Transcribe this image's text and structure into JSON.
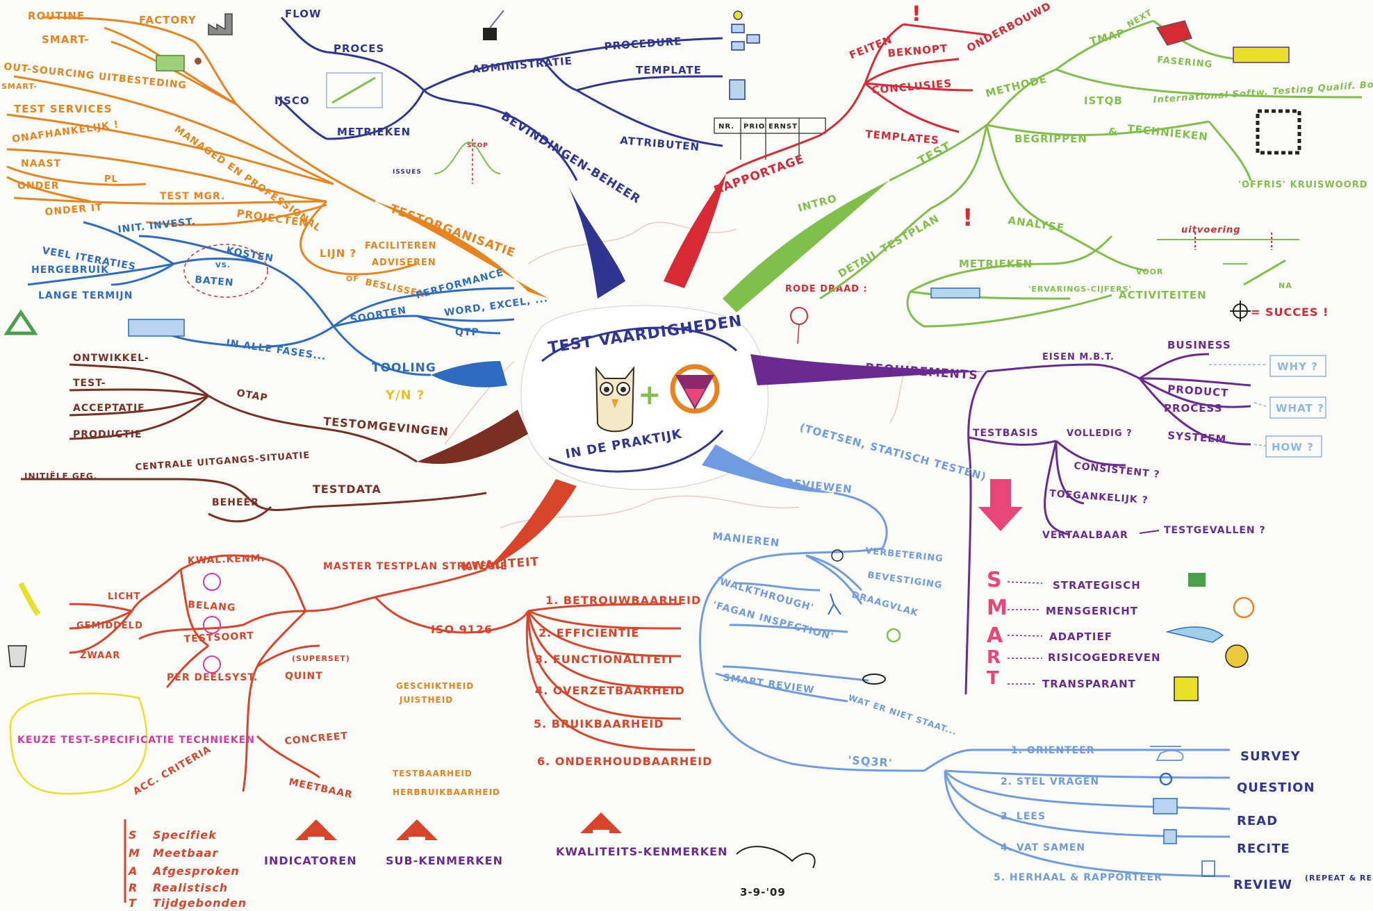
{
  "colors": {
    "orange": "#e8841f",
    "navy": "#2e3592",
    "red": "#d62a35",
    "green": "#7fbf4a",
    "purple": "#6a2a91",
    "lightblue": "#6f9be0",
    "maroon": "#7a2f23",
    "redorange": "#d8452b",
    "blue": "#2d6cc0",
    "yellow": "#e9e02a"
  },
  "center": {
    "title": "TEST VAARDIGHEDEN",
    "subtitle": "IN DE PRAKTIJK"
  },
  "branches": {
    "orange": {
      "main": "TESTORGANISATIE",
      "labels": [
        "ROUTINE",
        "SMART-",
        "FACTORY",
        "OUT-SOURCING UITBESTEDING",
        "SMART-",
        "TEST SERVICES",
        "ONAFHANKELIJK !",
        "NAAST",
        "ONDER",
        "ONDER IT",
        "PL",
        "TEST MGR.",
        "MANAGED EN PROFESSIONAL",
        "PROJECTEN",
        "LIJN ?",
        "FACILITEREN",
        "ADVISEREN",
        "BESLISSEN",
        "OF"
      ]
    },
    "navy": {
      "main": "BEVINDINGEN-BEHEER",
      "labels": [
        "FLOW",
        "PROCES",
        "ADMINISTRATIE",
        "PROCEDURE",
        "TEMPLATE",
        "ATTRIBUTEN",
        "IJSCO",
        "METRIEKEN",
        "STOP",
        "ISSUES"
      ],
      "table_headers": [
        "NR.",
        "PRIO",
        "ERNST"
      ]
    },
    "red": {
      "main": "RAPPORTAGE",
      "labels": [
        "FEITEN",
        "BEKNOPT",
        "ONDERBOUWD",
        "CONCLUSIES",
        "TEMPLATES",
        "RODE DRAAD :"
      ]
    },
    "green": {
      "main": "TEST",
      "labels": [
        "TMAP",
        "NEXT",
        "FASERING",
        "METHODE",
        "ISTQB",
        "International Softw. Testing Qualif. Board",
        "BEGRIPPEN",
        "&",
        "TECHNIEKEN",
        "'OFFRIS' KRUISWOORD",
        "INTRO",
        "DETAIL TESTPLAN",
        "ANALYSE",
        "uitvoering",
        "VOOR",
        "NA",
        "METRIEKEN",
        "'ERVARINGS-CIJFERS'",
        "ACTIVITEITEN",
        "= SUCCES !"
      ]
    },
    "purple": {
      "main": "REQUIREMENTS",
      "labels": [
        "EISEN M.B.T.",
        "BUSINESS",
        "PRODUCT",
        "PROCESS",
        "SYSTEEM",
        "WHY ?",
        "WHAT ?",
        "HOW ?",
        "TESTBASIS",
        "VOLLEDIG ?",
        "CONSISTENT ?",
        "TOEGANKELIJK ?",
        "VERTAALBAAR",
        "TESTGEVALLEN ?"
      ],
      "smart": [
        {
          "letter": "S",
          "word": "STRATEGISCH"
        },
        {
          "letter": "M",
          "word": "MENSGERICHT"
        },
        {
          "letter": "A",
          "word": "ADAPTIEF"
        },
        {
          "letter": "R",
          "word": "RISICOGEDREVEN"
        },
        {
          "letter": "T",
          "word": "TRANSPARANT"
        }
      ]
    },
    "lightblue": {
      "main": "REVIEWEN",
      "labels": [
        "(TOETSEN, STATISCH TESTEN)",
        "MANIEREN",
        "VERBETERING",
        "BEVESTIGING",
        "DRAAGVLAK",
        "'WALKTHROUGH'",
        "'FAGAN INSPECTION'",
        "SMART REVIEW",
        "WAT ER NIET STAAT...",
        "'SQ3R'"
      ],
      "sq3r": [
        {
          "step": "1. ORIENTEER",
          "word": "SURVEY"
        },
        {
          "step": "2. STEL VRAGEN",
          "word": "QUESTION"
        },
        {
          "step": "3. LEES",
          "word": "READ"
        },
        {
          "step": "4. VAT SAMEN",
          "word": "RECITE"
        },
        {
          "step": "5. HERHAAL & RAPPORTEER",
          "word": "REVIEW"
        }
      ],
      "review_note": "(REPEAT & REPORT)"
    },
    "blue": {
      "main": "TOOLING",
      "labels": [
        "INIT. INVEST.",
        "KOSTEN",
        "VS.",
        "BATEN",
        "VEEL ITERATIES",
        "HERGEBRUIK",
        "LANGE TERMIJN",
        "SOORTEN",
        "PERFORMANCE",
        "WORD, EXCEL, ...",
        "QTP",
        "IN ALLE FASES...",
        "Y/N ?"
      ]
    },
    "maroon": {
      "main": "TESTOMGEVINGEN",
      "labels": [
        "OTAP",
        "ONTWIKKEL-",
        "TEST-",
        "ACCEPTATIE",
        "PRODUCTIE",
        "TESTDATA",
        "INITIËLE GEG.",
        "CENTRALE UITGANGS-SITUATIE",
        "BEHEER"
      ]
    },
    "redorange": {
      "main": "KWALITEIT",
      "labels": [
        "MASTER TESTPLAN STRATEGIE",
        "KWAL.KENM.",
        "BELANG",
        "TESTSOORT",
        "PER DEELSYST.",
        "LICHT",
        "GEMIDDELD",
        "ZWAAR",
        "(SUPERSET)",
        "QUINT",
        "ISO 9126",
        "ACC. CRITERIA",
        "CONCREET",
        "MEETBAAR",
        "GESCHIKTHEID",
        "JUISTHEID",
        "TESTBAARHEID",
        "HERBRUIKBAARHEID",
        "INDICATOREN",
        "SUB-KENMERKEN",
        "KWALITEITS-KENMERKEN"
      ],
      "iso": [
        "1. BETROUWBAARHEID",
        "2. EFFICIËNTIE",
        "3. FUNCTIONALITEIT",
        "4. OVERZETBAARHEID",
        "5. BRUIKBAARHEID",
        "6. ONDERHOUDBAARHEID"
      ],
      "smart_criteria": [
        {
          "letter": "S",
          "word": "Specifiek"
        },
        {
          "letter": "M",
          "word": "Meetbaar"
        },
        {
          "letter": "A",
          "word": "Afgesproken"
        },
        {
          "letter": "R",
          "word": "Realistisch"
        },
        {
          "letter": "T",
          "word": "Tijdgebonden"
        }
      ]
    },
    "yellow": {
      "box": "KEUZE TEST-SPECIFICATIE TECHNIEKEN"
    }
  },
  "signature": {
    "date": "3-9-'09"
  }
}
